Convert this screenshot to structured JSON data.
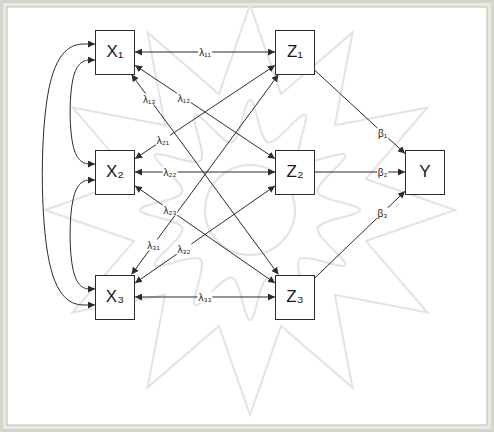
{
  "diagram": {
    "nodes": [
      {
        "text": [
          "X₁"
        ]
      },
      {
        "text": [
          "X₂"
        ]
      },
      {
        "text": [
          "X₃"
        ]
      },
      {
        "text": [
          "Z₁"
        ]
      },
      {
        "text": [
          "Z₂"
        ]
      },
      {
        "text": [
          "Z₃"
        ]
      },
      {
        "text": [
          "Y"
        ]
      }
    ],
    "edges": [
      {
        "from": 0,
        "to": 3,
        "label": "λ₁₁",
        "arrow": "both"
      },
      {
        "from": 0,
        "to": 4,
        "label": "λ₁₂",
        "arrow": "both"
      },
      {
        "from": 0,
        "to": 5,
        "label": "λ₁₃",
        "arrow": "both"
      },
      {
        "from": 1,
        "to": 3,
        "label": "λ₂₁",
        "arrow": "both"
      },
      {
        "from": 1,
        "to": 4,
        "label": "λ₂₂",
        "arrow": "both"
      },
      {
        "from": 1,
        "to": 5,
        "label": "λ₂₃",
        "arrow": "both"
      },
      {
        "from": 2,
        "to": 3,
        "label": "λ₃₁",
        "arrow": "both"
      },
      {
        "from": 2,
        "to": 4,
        "label": "λ₃₂",
        "arrow": "both"
      },
      {
        "from": 2,
        "to": 5,
        "label": "λ₃₃",
        "arrow": "both"
      },
      {
        "from": 3,
        "to": 6,
        "label": "β₁",
        "arrow": "to"
      },
      {
        "from": 4,
        "to": 6,
        "label": "β₂",
        "arrow": "to"
      },
      {
        "from": 5,
        "to": 6,
        "label": "β₃",
        "arrow": "to"
      },
      {
        "from": 0,
        "to": 1,
        "arrow": "both"
      },
      {
        "from": 1,
        "to": 2,
        "arrow": "both"
      },
      {
        "from": 0,
        "to": 2,
        "arrow": "both"
      }
    ]
  }
}
